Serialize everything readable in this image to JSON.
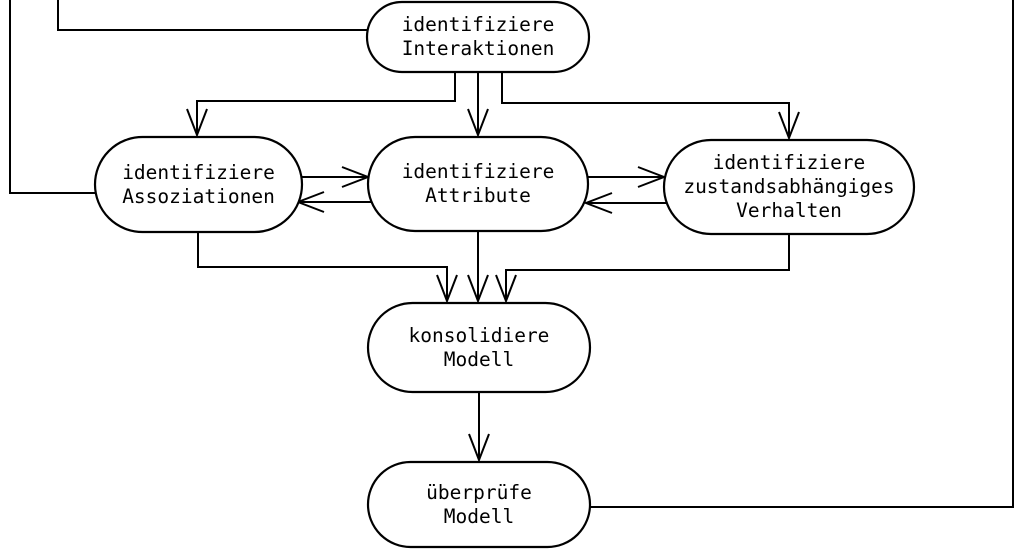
{
  "diagram": {
    "colors": {
      "background": "#ffffff",
      "line": "#000000",
      "text": "#000000"
    },
    "nodes": {
      "interaktionen": {
        "label": "identifiziere\nInteraktionen"
      },
      "assoziationen": {
        "label": "identifiziere\nAssoziationen"
      },
      "attribute": {
        "label": "identifiziere\nAttribute"
      },
      "zustandsverhalten": {
        "label": "identifiziere\nzustandsabhängiges\nVerhalten"
      },
      "konsolidiere": {
        "label": "konsolidiere\nModell"
      },
      "ueberpruefe": {
        "label": "überprüfe\nModell"
      }
    },
    "edges": [
      {
        "from": "offscreen-top",
        "to": "assoziationen",
        "style": "line"
      },
      {
        "from": "offscreen-top",
        "to": "interaktionen",
        "style": "line"
      },
      {
        "from": "interaktionen",
        "to": "assoziationen",
        "style": "arrow"
      },
      {
        "from": "interaktionen",
        "to": "attribute",
        "style": "arrow"
      },
      {
        "from": "interaktionen",
        "to": "zustandsverhalten",
        "style": "arrow"
      },
      {
        "from": "assoziationen",
        "to": "attribute",
        "style": "arrow"
      },
      {
        "from": "attribute",
        "to": "assoziationen",
        "style": "arrow"
      },
      {
        "from": "attribute",
        "to": "zustandsverhalten",
        "style": "arrow"
      },
      {
        "from": "zustandsverhalten",
        "to": "attribute",
        "style": "arrow"
      },
      {
        "from": "assoziationen",
        "to": "konsolidiere",
        "style": "arrow"
      },
      {
        "from": "attribute",
        "to": "konsolidiere",
        "style": "arrow"
      },
      {
        "from": "zustandsverhalten",
        "to": "konsolidiere",
        "style": "arrow"
      },
      {
        "from": "konsolidiere",
        "to": "ueberpruefe",
        "style": "arrow"
      },
      {
        "from": "ueberpruefe",
        "to": "offscreen-top-right",
        "style": "line"
      }
    ]
  }
}
